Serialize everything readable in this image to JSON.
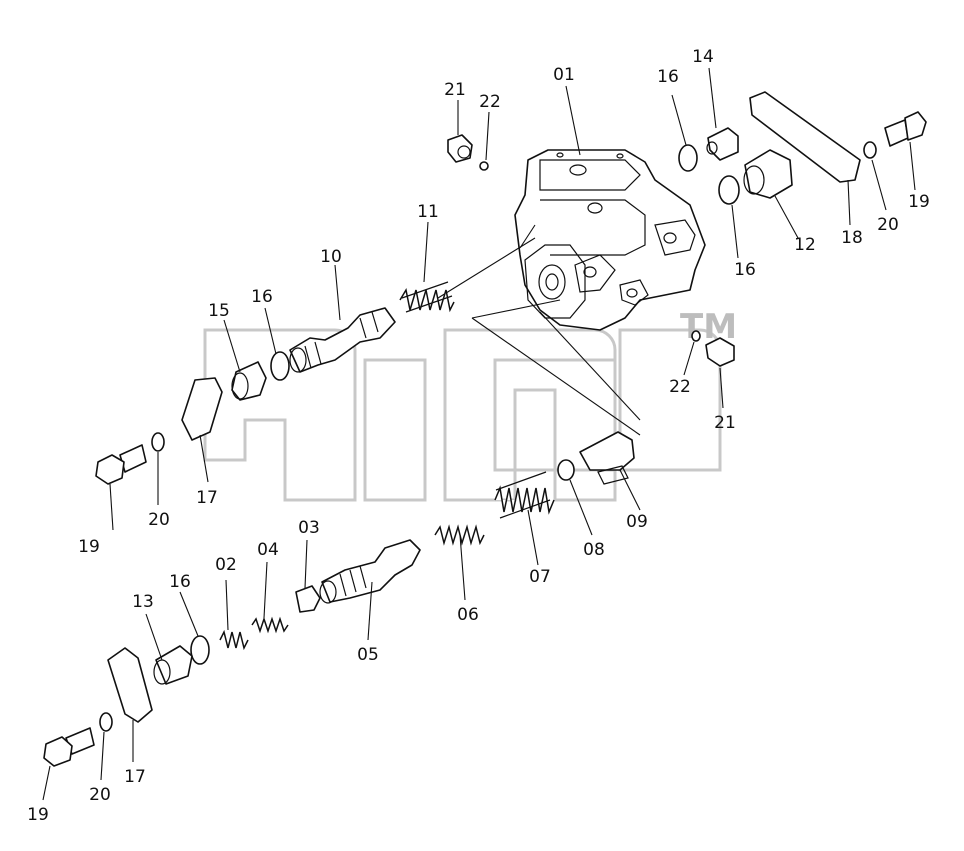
{
  "watermark": {
    "trademark": "TM"
  },
  "labels": {
    "p01": "01",
    "p02": "02",
    "p03": "03",
    "p04": "04",
    "p05": "05",
    "p06": "06",
    "p07": "07",
    "p08": "08",
    "p09": "09",
    "p10": "10",
    "p11": "11",
    "p12": "12",
    "p13": "13",
    "p14": "14",
    "p15": "15",
    "p16a": "16",
    "p16b": "16",
    "p16c": "16",
    "p16d": "16",
    "p17a": "17",
    "p17b": "17",
    "p18": "18",
    "p19a": "19",
    "p19b": "19",
    "p19c": "19",
    "p20a": "20",
    "p20b": "20",
    "p20c": "20",
    "p21a": "21",
    "p21b": "21",
    "p22a": "22",
    "p22b": "22"
  }
}
